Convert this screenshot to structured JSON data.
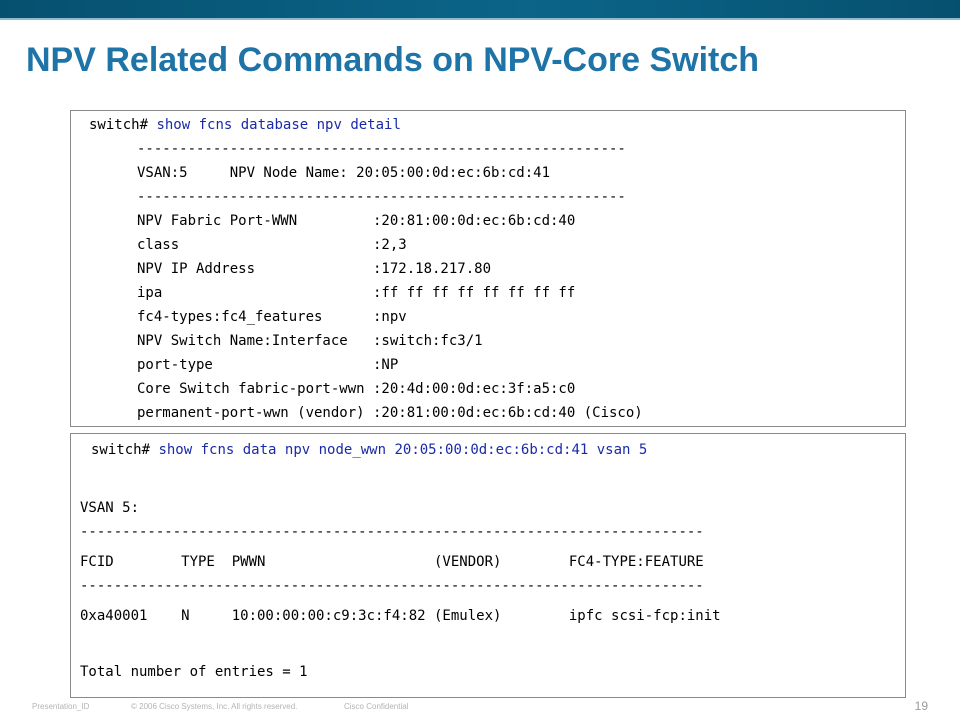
{
  "title": "NPV Related Commands on NPV-Core Switch",
  "box1": {
    "prompt": "switch#",
    "command": "show fcns database npv detail",
    "lines": [
      "----------------------------------------------------------",
      "VSAN:5     NPV Node Name: 20:05:00:0d:ec:6b:cd:41",
      "----------------------------------------------------------",
      "NPV Fabric Port-WWN         :20:81:00:0d:ec:6b:cd:40",
      "class                       :2,3",
      "NPV IP Address              :172.18.217.80",
      "ipa                         :ff ff ff ff ff ff ff ff",
      "fc4-types:fc4_features      :npv",
      "NPV Switch Name:Interface   :switch:fc3/1",
      "port-type                   :NP",
      "Core Switch fabric-port-wwn :20:4d:00:0d:ec:3f:a5:c0",
      "permanent-port-wwn (vendor) :20:81:00:0d:ec:6b:cd:40 (Cisco)"
    ]
  },
  "box2": {
    "prompt": "switch#",
    "command": "show fcns data npv node_wwn 20:05:00:0d:ec:6b:cd:41 vsan 5",
    "lines": [
      "VSAN 5:",
      "--------------------------------------------------------------------------",
      "FCID        TYPE  PWWN                    (VENDOR)        FC4-TYPE:FEATURE",
      "--------------------------------------------------------------------------",
      "0xa40001    N     10:00:00:00:c9:3c:f4:82 (Emulex)        ipfc scsi-fcp:init",
      "Total number of entries = 1"
    ]
  },
  "footer": {
    "presentation_id": "Presentation_ID",
    "copyright": "© 2006 Cisco Systems, Inc. All rights reserved.",
    "confidential": "Cisco Confidential",
    "page_number": "19"
  },
  "colors": {
    "title": "#1e73a7",
    "command": "#1a2aa8",
    "top_bar": "#0b6589"
  }
}
